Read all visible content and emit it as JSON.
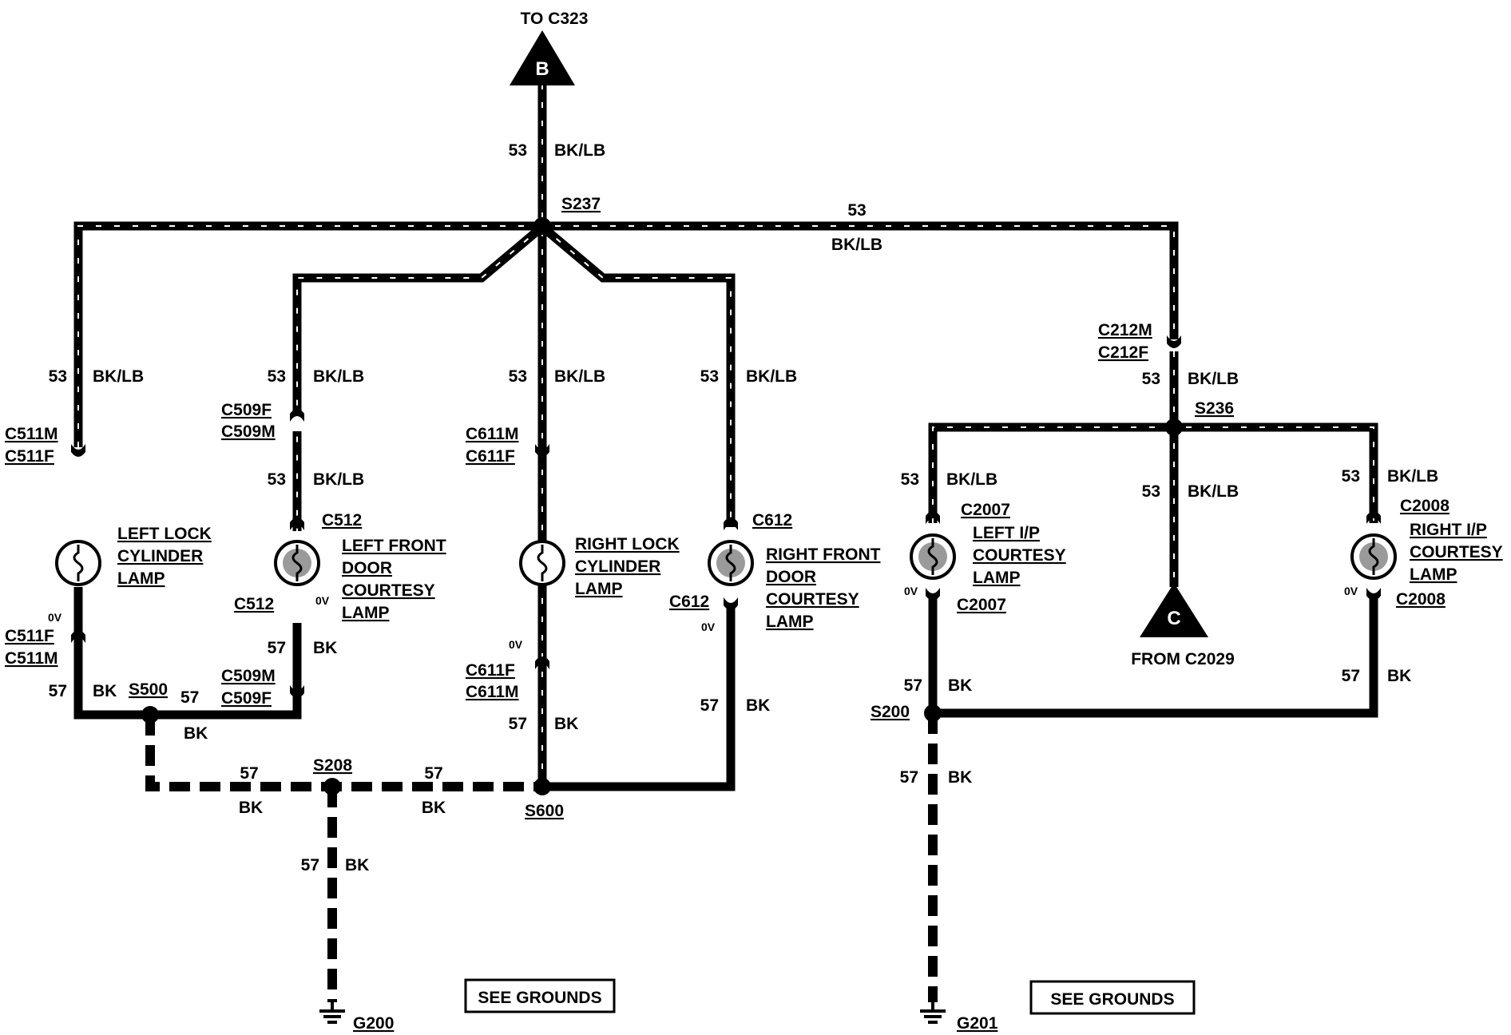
{
  "connectors": {
    "to_c323": "TO C323",
    "b_letter": "B",
    "from_c2029": "FROM C2029",
    "c_letter": "C"
  },
  "splices": {
    "s237": "S237",
    "s236": "S236",
    "s500": "S500",
    "s208": "S208",
    "s600": "S600",
    "s200": "S200"
  },
  "grounds": {
    "g200": "G200",
    "g201": "G201",
    "see_grounds_left": "SEE GROUNDS",
    "see_grounds_right": "SEE GROUNDS"
  },
  "circuits": {
    "c53": "53",
    "c57": "57",
    "bklb": "BK/LB",
    "bk": "BK",
    "zero_v": "0V"
  },
  "connector_ids": {
    "c511m": "C511M",
    "c511f": "C511F",
    "c509f": "C509F",
    "c509m": "C509M",
    "c512": "C512",
    "c611m": "C611M",
    "c611f": "C611F",
    "c612": "C612",
    "c212m": "C212M",
    "c212f": "C212F",
    "c2007": "C2007",
    "c2008": "C2008"
  },
  "lamps": {
    "left_lock": [
      "LEFT LOCK",
      "CYLINDER",
      "LAMP"
    ],
    "left_front_door": [
      "LEFT FRONT",
      "DOOR",
      "COURTESY",
      "LAMP"
    ],
    "right_lock": [
      "RIGHT LOCK",
      "CYLINDER",
      "LAMP"
    ],
    "right_front_door": [
      "RIGHT FRONT",
      "DOOR",
      "COURTESY",
      "LAMP"
    ],
    "left_ip": [
      "LEFT I/P",
      "COURTESY",
      "LAMP"
    ],
    "right_ip": [
      "RIGHT I/P",
      "COURTESY",
      "LAMP"
    ]
  }
}
